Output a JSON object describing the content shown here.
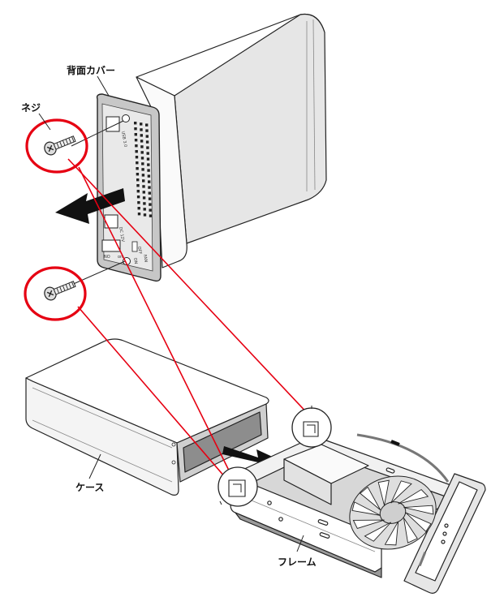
{
  "labels": {
    "back_cover": "背面カバー",
    "screw": "ネジ",
    "case": "ケース",
    "frame": "フレーム"
  },
  "panel_text": {
    "usb": "USB 3.0",
    "dc": "DC 12V",
    "no": "NO",
    "dc_in": "on",
    "fan_on": "ON",
    "fan_off": "OFF",
    "fan": "FAN"
  },
  "colors": {
    "callout_red": "#e60012",
    "line_dark": "#222222",
    "fill_light": "#ffffff",
    "fill_gray": "#d9d9d9",
    "fill_mid": "#bdbdbd",
    "fill_dark": "#7a7a7a",
    "arrow_black": "#111111"
  },
  "icons": [
    "screw-icon",
    "arrow-left-icon",
    "arrow-right-icon",
    "fan-icon"
  ]
}
